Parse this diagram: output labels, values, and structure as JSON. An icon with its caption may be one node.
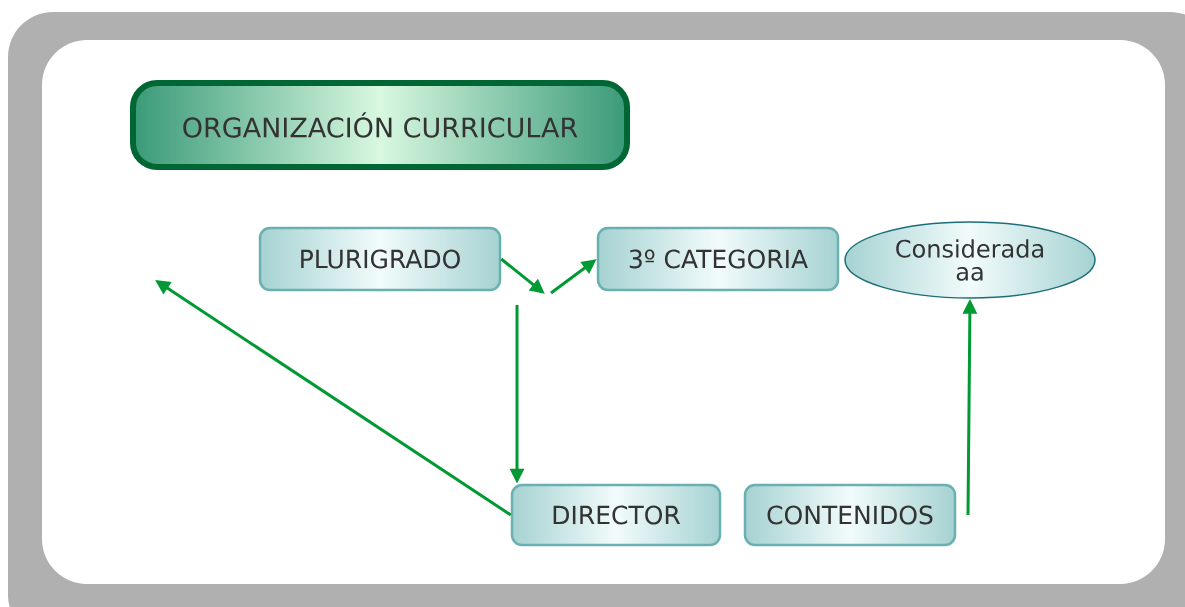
{
  "diagram": {
    "nodes": [
      {
        "text": [
          "ORGANIZACIÓN CURRICULAR"
        ]
      },
      {
        "text": [
          "PLURIGRADO"
        ]
      },
      {
        "text": [
          "3º CATEGORIA"
        ]
      },
      {
        "text": [
          "Considerada aa"
        ]
      },
      {
        "text": [
          "DIRECTOR"
        ]
      },
      {
        "text": [
          "CONTENIDOS"
        ]
      }
    ],
    "edges": [
      {
        "from": 1,
        "to": null,
        "arrow": "to"
      },
      {
        "from": null,
        "to": 2,
        "arrow": "to"
      },
      {
        "from": null,
        "to": 4,
        "arrow": "to"
      },
      {
        "from": 4,
        "to": null,
        "arrow": "to"
      },
      {
        "from": 5,
        "to": 3,
        "arrow": "to"
      }
    ]
  }
}
